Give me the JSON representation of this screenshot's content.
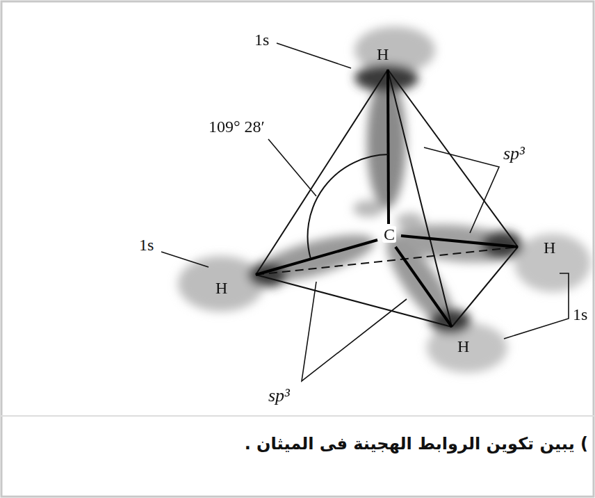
{
  "diagram": {
    "caption": ") يبين تكوين الروابط الهجينة فى الميثان .",
    "labels": [
      "1s",
      "H",
      "109° 28′",
      "sp³",
      "C",
      "1s",
      "H",
      "H",
      "1s",
      "H",
      "sp³"
    ]
  }
}
